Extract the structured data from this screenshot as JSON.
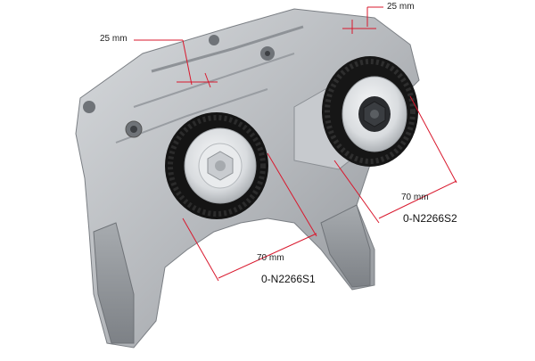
{
  "dimensions": {
    "left_width": "25 mm",
    "right_width": "25 mm",
    "left_diameter": "70 mm",
    "right_diameter": "70 mm"
  },
  "parts": {
    "pulley_1": "0-N2266S1",
    "pulley_2": "0-N2266S2"
  },
  "colors": {
    "dimension_line": "#d9182d",
    "housing": "#b9bcc0",
    "pulley_rubber": "#1c1c1c",
    "pulley_hub": "#e6e8ea"
  }
}
